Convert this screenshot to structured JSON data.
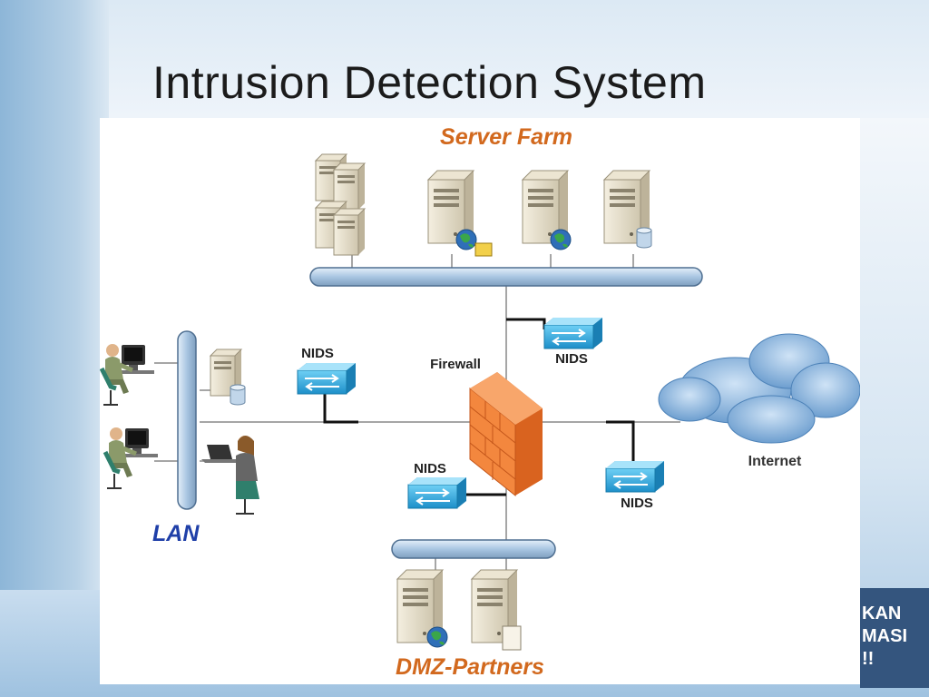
{
  "slide": {
    "title": "Intrusion Detection System",
    "corner_badge": [
      "KAN",
      "MASI",
      "!!"
    ]
  },
  "diagram": {
    "zones": {
      "server_farm": "Server Farm",
      "lan": "LAN",
      "dmz": "DMZ-Partners",
      "internet": "Internet"
    },
    "devices": {
      "firewall": "Firewall",
      "nids_label": "NIDS"
    },
    "colors": {
      "bus": "#bfd7ee",
      "bus_stroke": "#4f6f91",
      "firewall": "#f07f3c",
      "nids": "#2aa6de",
      "cloud": "#6fa6d8",
      "zone_label_orange": "#d2691e",
      "zone_label_blue": "#1f3fa8"
    }
  }
}
